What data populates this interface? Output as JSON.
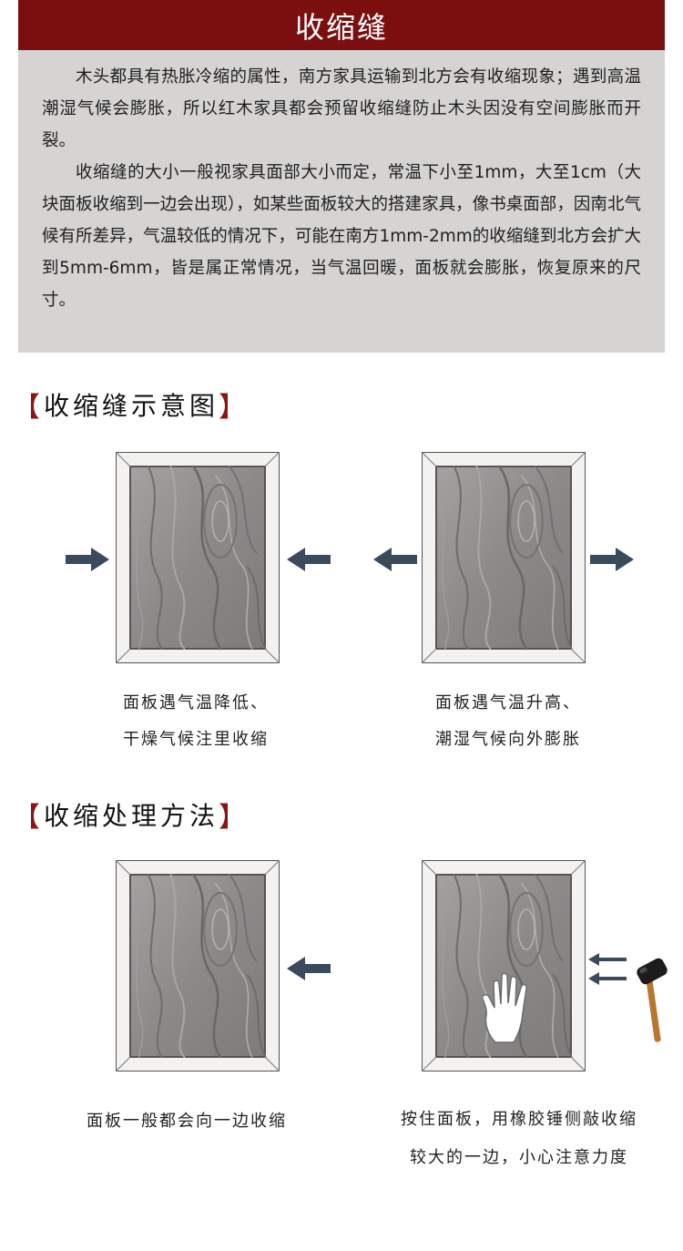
{
  "header": {
    "title": "收缩缝"
  },
  "intro": {
    "paragraph1": "木头都具有热胀冷缩的属性，南方家具运输到北方会有收缩现象；遇到高温潮湿气候会膨胀，所以红木家具都会预留收缩缝防止木头因没有空间膨胀而开裂。",
    "paragraph2": "收缩缝的大小一般视家具面部大小而定，常温下小至1mm，大至1cm（大块面板收缩到一边会出现），如某些面板较大的搭建家具，像书桌面部，因南北气候有所差异，气温较低的情况下，可能在南方1mm-2mm的收缩缝到北方会扩大到5mm-6mm，皆是属正常情况，当气温回暖，面板就会膨胀，恢复原来的尺寸。"
  },
  "section1": {
    "open_bracket": "【",
    "title": "收缩缝示意图",
    "close_bracket": "】",
    "left_caption_line1": "面板遇气温降低、",
    "left_caption_line2": "干燥气候注里收缩",
    "right_caption_line1": "面板遇气温升高、",
    "right_caption_line2": "潮湿气候向外膨胀"
  },
  "section2": {
    "open_bracket": "【",
    "title": "收缩处理方法",
    "close_bracket": "】",
    "left_caption": "面板一般都会向一边收缩",
    "right_caption_line1": "按住面板，用橡胶锤侧敲收缩",
    "right_caption_line2": "较大的一边，小心注意力度"
  },
  "colors": {
    "title_bar": "#7b0e0e",
    "intro_bg": "#d6d4d3",
    "arrow": "#3a4a5c",
    "bracket": "#8b1414",
    "frame": "#f2f0ee",
    "wood": "#8f8d8c"
  }
}
